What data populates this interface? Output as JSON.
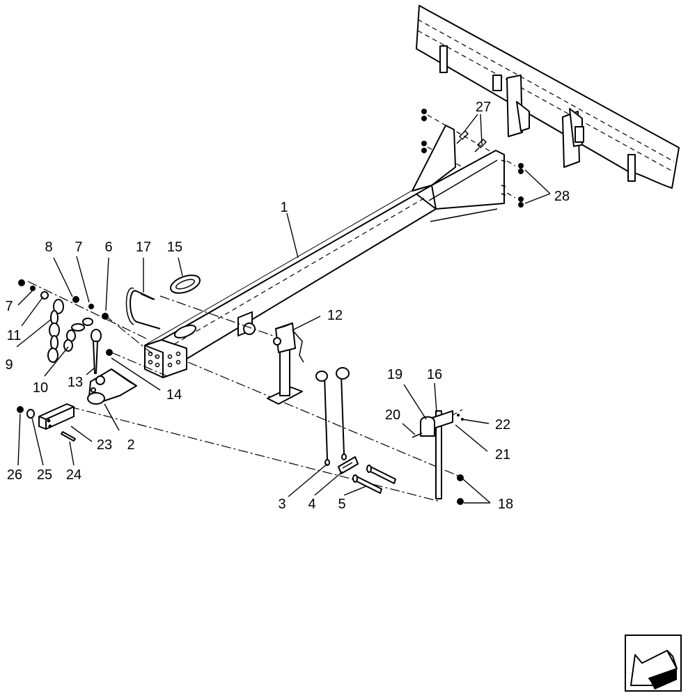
{
  "diagram": {
    "callouts": [
      {
        "id": "c1",
        "label": "1"
      },
      {
        "id": "c2",
        "label": "2"
      },
      {
        "id": "c3",
        "label": "3"
      },
      {
        "id": "c4",
        "label": "4"
      },
      {
        "id": "c5",
        "label": "5"
      },
      {
        "id": "c6",
        "label": "6"
      },
      {
        "id": "c7a",
        "label": "7"
      },
      {
        "id": "c7b",
        "label": "7"
      },
      {
        "id": "c8",
        "label": "8"
      },
      {
        "id": "c9",
        "label": "9"
      },
      {
        "id": "c10",
        "label": "10"
      },
      {
        "id": "c11",
        "label": "11"
      },
      {
        "id": "c12",
        "label": "12"
      },
      {
        "id": "c13",
        "label": "13"
      },
      {
        "id": "c14",
        "label": "14"
      },
      {
        "id": "c15",
        "label": "15"
      },
      {
        "id": "c16",
        "label": "16"
      },
      {
        "id": "c17",
        "label": "17"
      },
      {
        "id": "c18",
        "label": "18"
      },
      {
        "id": "c19",
        "label": "19"
      },
      {
        "id": "c20",
        "label": "20"
      },
      {
        "id": "c21",
        "label": "21"
      },
      {
        "id": "c22",
        "label": "22"
      },
      {
        "id": "c23",
        "label": "23"
      },
      {
        "id": "c24",
        "label": "24"
      },
      {
        "id": "c25",
        "label": "25"
      },
      {
        "id": "c26",
        "label": "26"
      },
      {
        "id": "c27",
        "label": "27"
      },
      {
        "id": "c28",
        "label": "28"
      }
    ],
    "nav_icon": "previous-page-arrow-icon"
  }
}
